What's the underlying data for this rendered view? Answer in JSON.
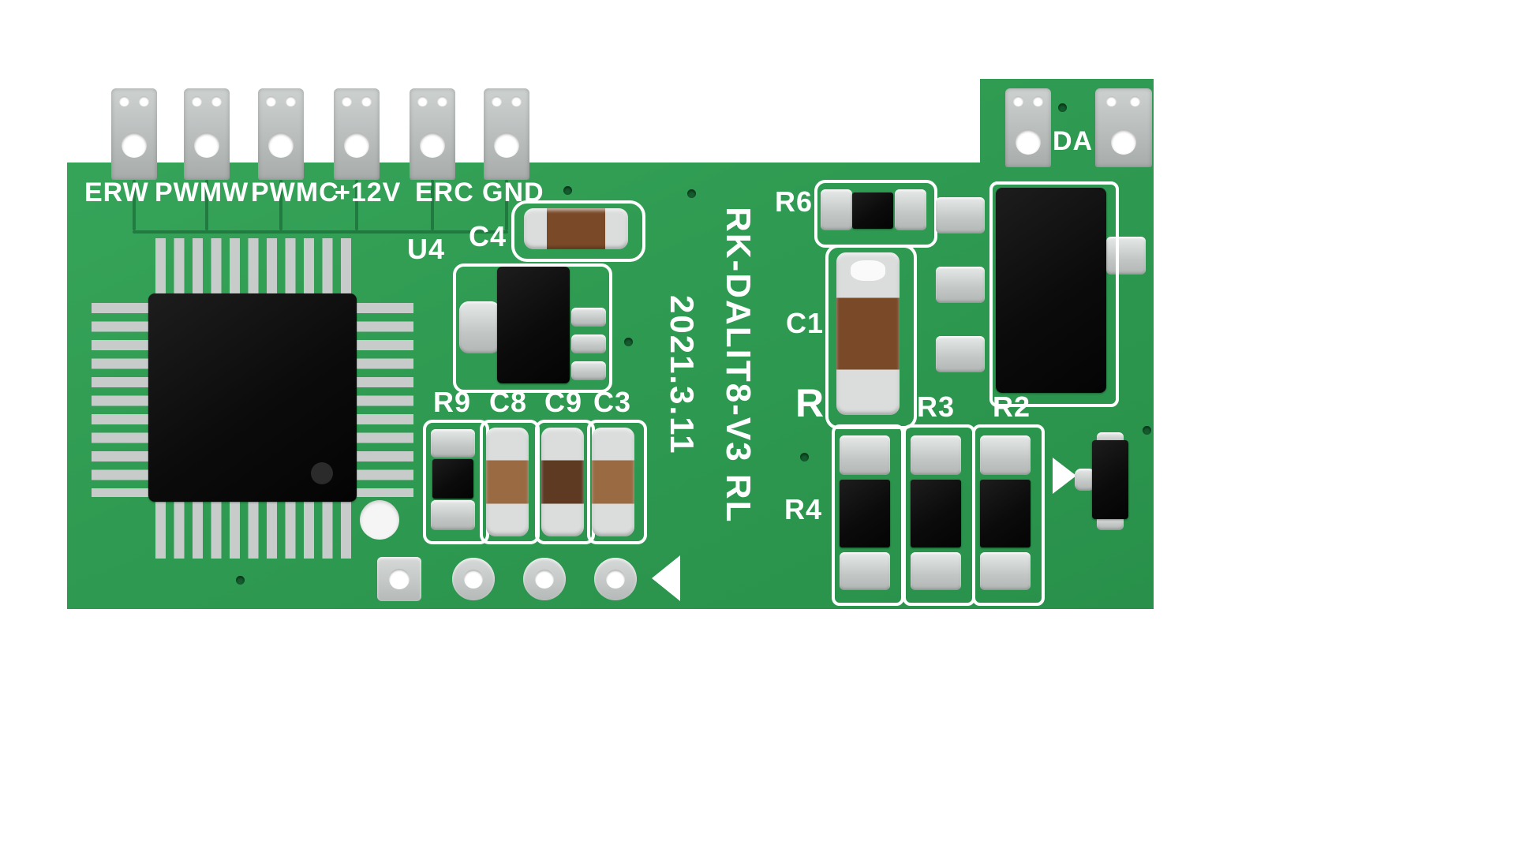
{
  "colors": {
    "background": "#ffffff",
    "board_green": "#2f9b52",
    "silkscreen_white": "#ffffff",
    "pad_silver": "#c7cccb",
    "component_black": "#0b0b0b",
    "capacitor_brown": "#7a4a28",
    "capacitor_dark_brown": "#5e3a22",
    "capacitor_tan": "#9a6b42"
  },
  "pcb": {
    "terminals": [
      {
        "label": "ERW"
      },
      {
        "label": "PWMW"
      },
      {
        "label": "PWMC"
      },
      {
        "label": "+12V"
      },
      {
        "label": "ERC"
      },
      {
        "label": "GND"
      }
    ],
    "right_terminal": {
      "label": "DA"
    },
    "designators": {
      "u4": "U4",
      "c4": "C4",
      "r9": "R9",
      "c8": "C8",
      "c9": "C9",
      "c3": "C3",
      "r6": "R6",
      "c1": "C1",
      "r_partial": "R",
      "r3": "R3",
      "r2": "R2",
      "r4": "R4"
    },
    "markings": {
      "date": "2021.3.11",
      "model": "RK-DALIT8-V3 RL"
    }
  }
}
